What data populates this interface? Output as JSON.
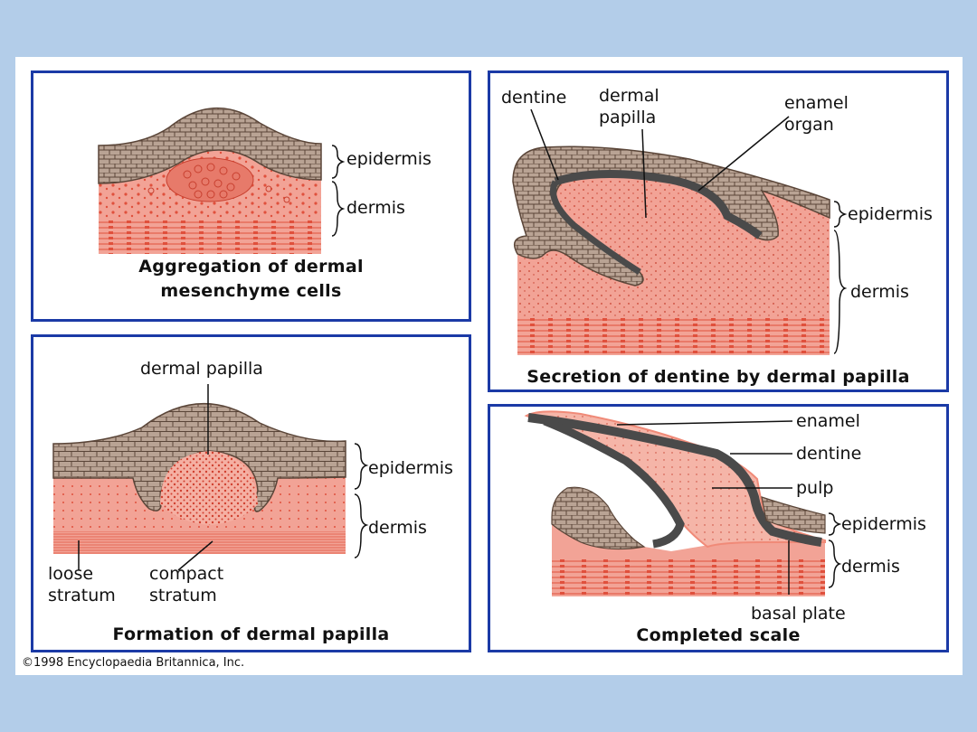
{
  "panels": {
    "aggregation": {
      "caption_line1": "Aggregation of dermal",
      "caption_line2": "mesenchyme cells",
      "labels": {
        "epidermis": "epidermis",
        "dermis": "dermis"
      }
    },
    "secretion": {
      "caption": "Secretion of dentine by dermal papilla",
      "labels": {
        "dentine": "dentine",
        "dermal_papilla_line1": "dermal",
        "dermal_papilla_line2": "papilla",
        "enamel_organ_line1": "enamel",
        "enamel_organ_line2": "organ",
        "epidermis": "epidermis",
        "dermis": "dermis"
      }
    },
    "formation": {
      "caption": "Formation of dermal papilla",
      "labels": {
        "dermal_papilla": "dermal papilla",
        "epidermis": "epidermis",
        "dermis": "dermis",
        "loose_line1": "loose",
        "loose_line2": "stratum",
        "compact_line1": "compact",
        "compact_line2": "stratum"
      }
    },
    "completed": {
      "caption": "Completed scale",
      "labels": {
        "enamel": "enamel",
        "dentine": "dentine",
        "pulp": "pulp",
        "epidermis": "epidermis",
        "dermis": "dermis",
        "basal_plate": "basal plate"
      }
    }
  },
  "copyright": "©1998 Encyclopaedia Britannica, Inc.",
  "colors": {
    "background": "#b3cde9",
    "panel_border": "#1b3aa6",
    "epidermis": "#b9a394",
    "dermis": "#f2a396",
    "dentine_enamel": "#4a4a4a",
    "cells": "#e0503c"
  }
}
